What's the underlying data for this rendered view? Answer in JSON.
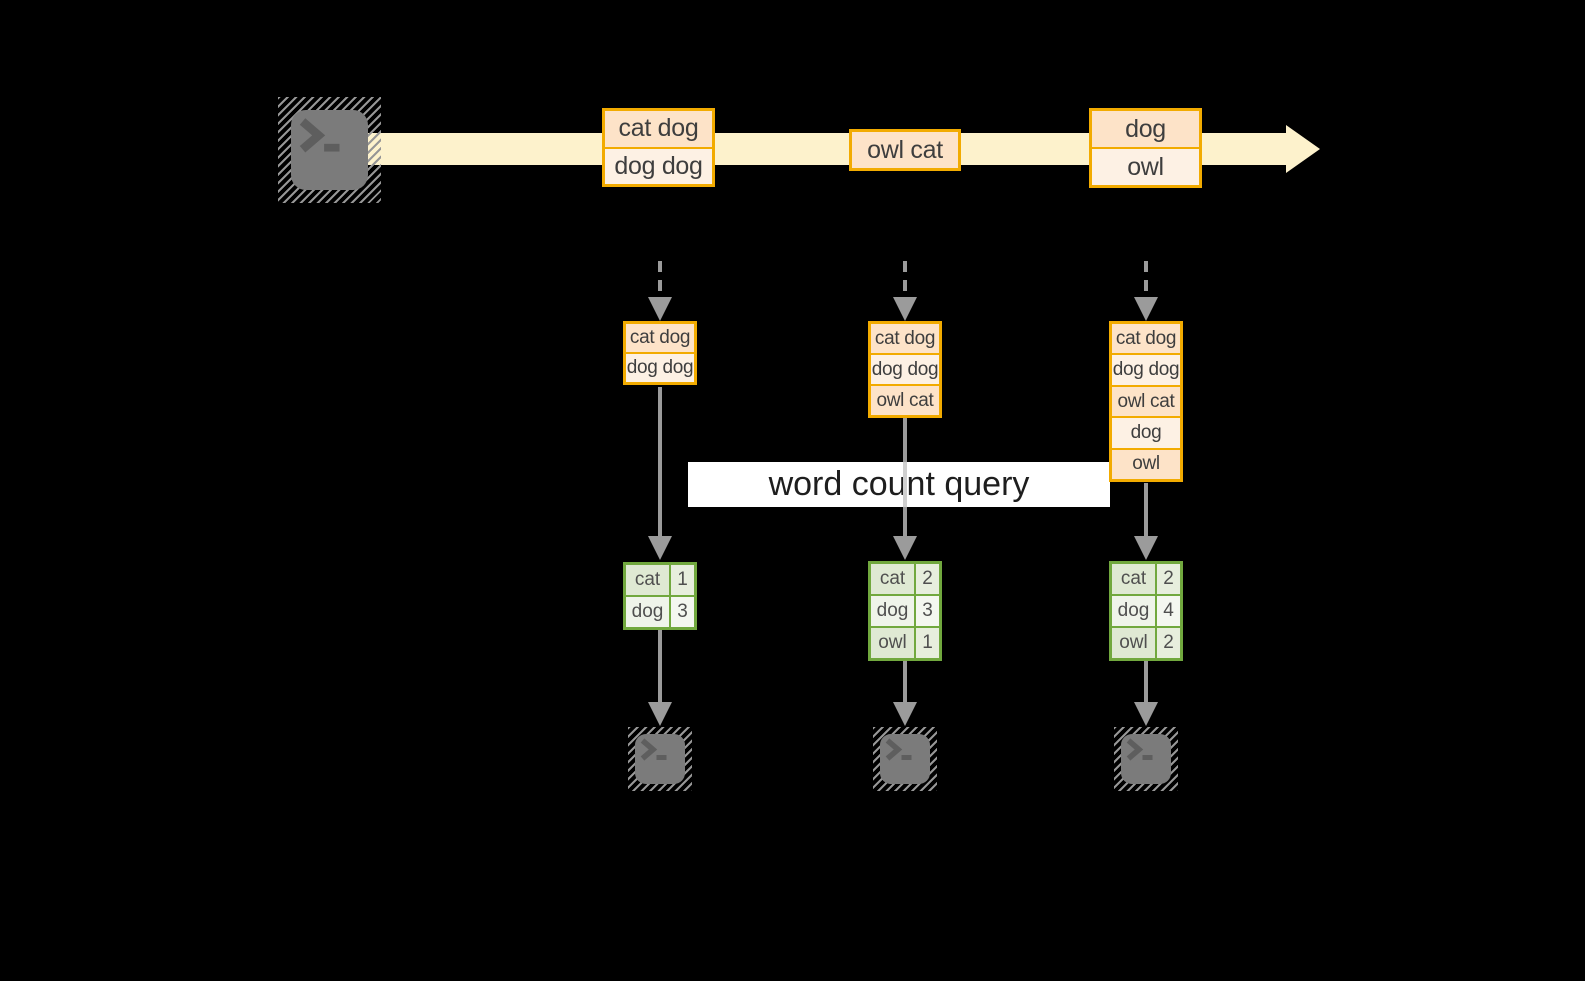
{
  "query_label": "word count query",
  "stream": {
    "description_icon": "terminal-icon",
    "batches": [
      {
        "lines": [
          "cat dog",
          "dog dog"
        ]
      },
      {
        "lines": [
          "owl cat"
        ]
      },
      {
        "lines": [
          "dog",
          "owl"
        ]
      }
    ]
  },
  "columns": [
    {
      "state_lines": [
        "cat dog",
        "dog dog"
      ],
      "counts": [
        {
          "word": "cat",
          "count": "1"
        },
        {
          "word": "dog",
          "count": "3"
        }
      ]
    },
    {
      "state_lines": [
        "cat dog",
        "dog dog",
        "owl cat"
      ],
      "counts": [
        {
          "word": "cat",
          "count": "2"
        },
        {
          "word": "dog",
          "count": "3"
        },
        {
          "word": "owl",
          "count": "1"
        }
      ]
    },
    {
      "state_lines": [
        "cat dog",
        "dog dog",
        "owl cat",
        "dog",
        "owl"
      ],
      "counts": [
        {
          "word": "cat",
          "count": "2"
        },
        {
          "word": "dog",
          "count": "4"
        },
        {
          "word": "owl",
          "count": "2"
        }
      ]
    }
  ],
  "colors": {
    "background": "#000000",
    "band": "#fdf2cc",
    "box-border": "#f2ab00",
    "row-peach": "#fde3c8",
    "row-cream": "#fdf1e4",
    "table-border": "#71a83e",
    "cell-green": "#dfe9d3",
    "cell-green-light": "#eff4ea",
    "arrow-gray": "#9b9b9b",
    "terminal-gray": "#7b7b7b",
    "query-bg": "#ffffff",
    "text-dark": "#3e3e3e"
  }
}
